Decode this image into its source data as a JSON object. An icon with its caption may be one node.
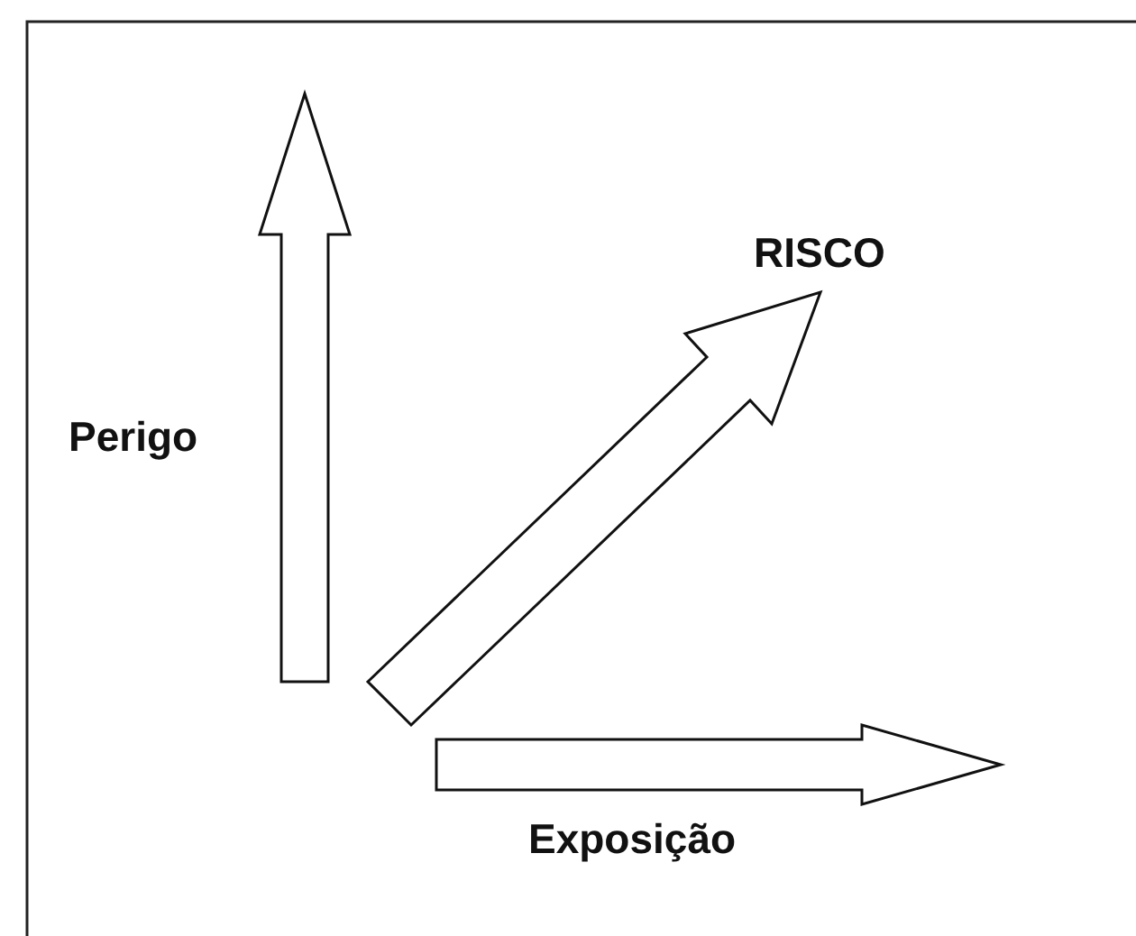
{
  "diagram": {
    "labels": [
      "RISCO",
      "Perigo",
      "Exposição"
    ]
  }
}
